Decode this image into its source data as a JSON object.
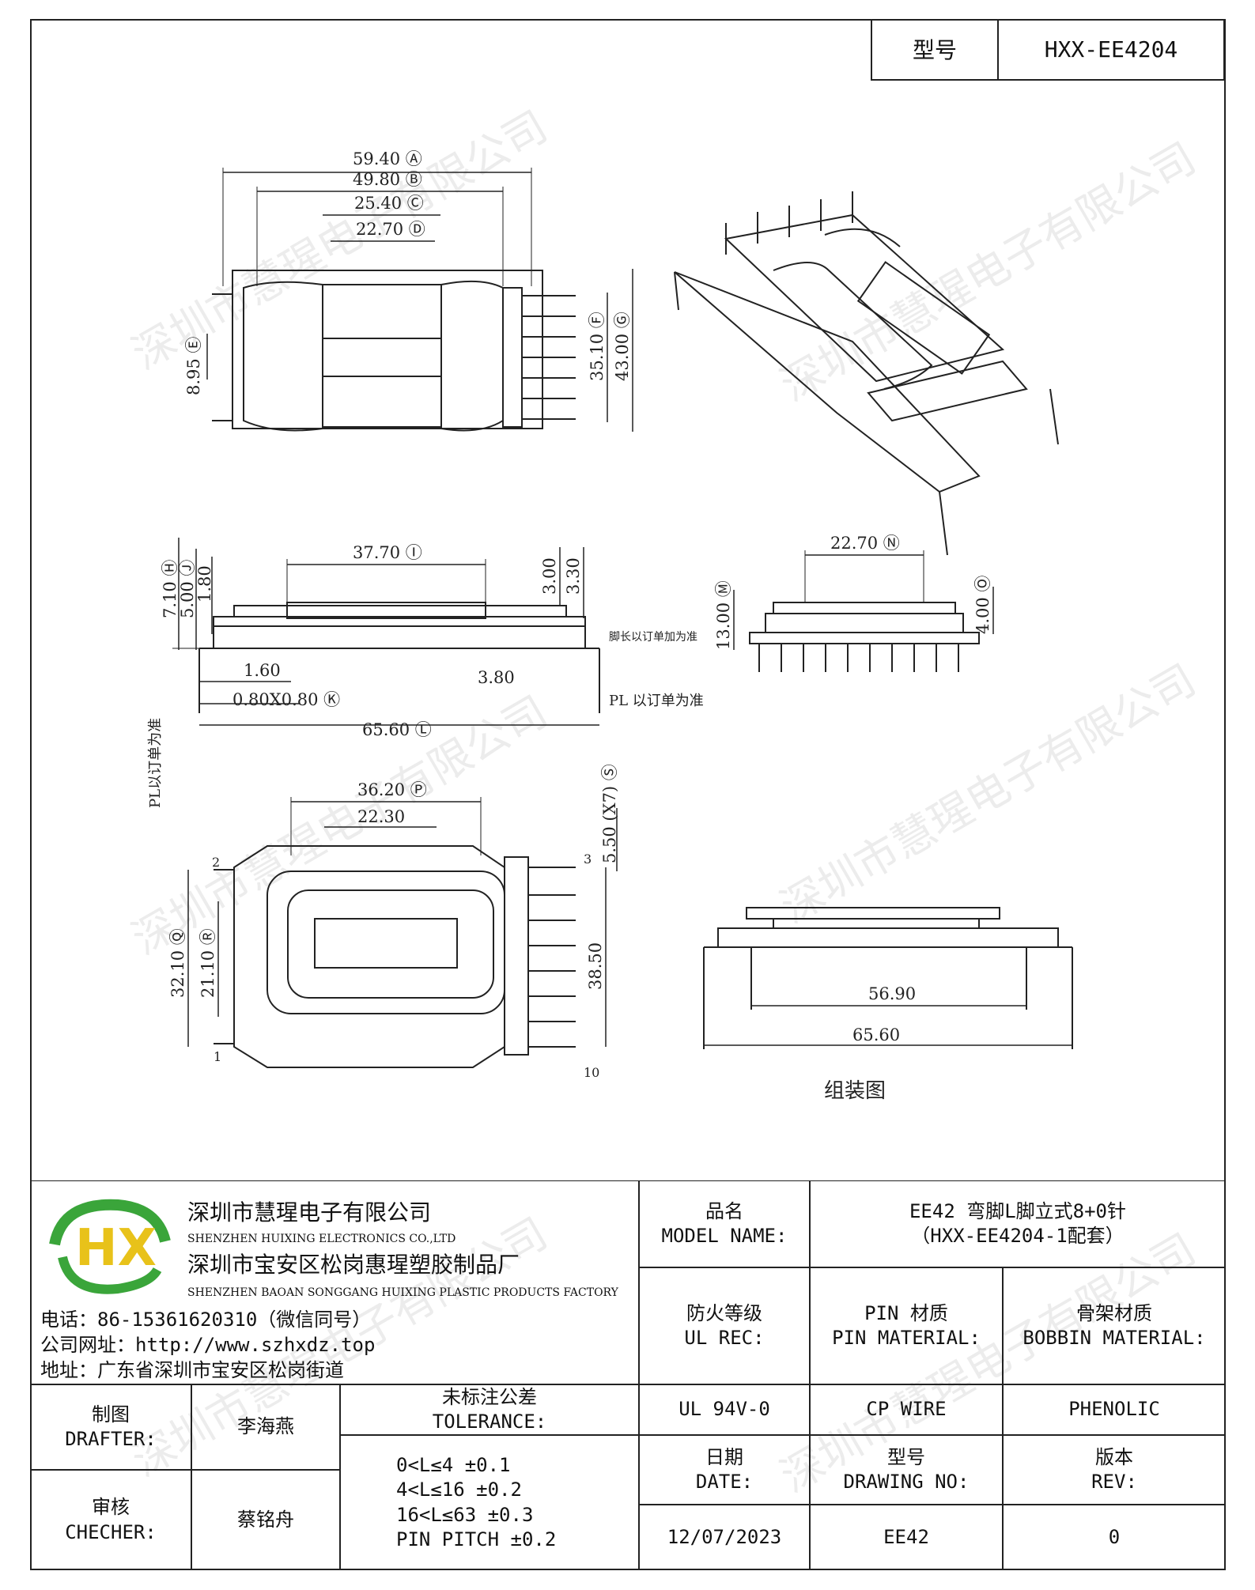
{
  "header": {
    "model_key": "型号",
    "model_value": "HXX-EE4204"
  },
  "drawing": {
    "top_view": {
      "dims": [
        "59.40 Ⓐ",
        "49.80 Ⓑ",
        "25.40 Ⓒ",
        "22.70 Ⓓ",
        "35.10 Ⓕ",
        "43.00 Ⓖ",
        "8.95 Ⓔ"
      ]
    },
    "front_view": {
      "dims": [
        "37.70 Ⓘ",
        "7.10 Ⓗ",
        "5.00 Ⓙ",
        "1.80",
        "3.00",
        "3.30",
        "1.60",
        "3.80",
        "0.80X0.80 Ⓚ",
        "65.60 Ⓛ"
      ],
      "note_right": "PL 以订单为准",
      "note_left": "PL以订单为准",
      "note_small": "脚长以订单加为准"
    },
    "side_view": {
      "dims": [
        "22.70 Ⓝ",
        "13.00 Ⓜ",
        "4.00 Ⓞ"
      ]
    },
    "bottom_view": {
      "dims": [
        "36.20 Ⓟ",
        "22.30",
        "32.10 Ⓠ",
        "21.10 Ⓡ",
        "5.50 (X7) Ⓢ",
        "38.50"
      ],
      "pins": [
        "1",
        "2",
        "3",
        "10"
      ]
    },
    "assembly": {
      "dims": [
        "56.90",
        "65.60"
      ],
      "caption": "组装图"
    }
  },
  "company": {
    "name_cn": "深圳市慧瑆电子有限公司",
    "name_en": "SHENZHEN HUIXING ELECTRONICS CO.,LTD",
    "factory_cn": "深圳市宝安区松岗惠瑆塑胶制品厂",
    "factory_en": "SHENZHEN BAOAN SONGGANG HUIXING PLASTIC PRODUCTS FACTORY",
    "phone": "电话：86-15361620310（微信同号）",
    "website": "公司网址：http://www.szhxdz.top",
    "address": "地址：广东省深圳市宝安区松岗街道",
    "logo_text": "HX",
    "watermark": "深圳市慧瑆电子有限公司",
    "brand_green": "#3aa53a",
    "brand_yellow": "#e8c21a"
  },
  "title_block": {
    "model_name_label_cn": "品名",
    "model_name_label_en": "MODEL NAME:",
    "model_name_1": "EE42 弯脚L脚立式8+0针",
    "model_name_2": "（HXX-EE4204-1配套）",
    "ul_label_cn": "防火等级",
    "ul_label_en": "UL REC:",
    "pin_label_cn": "PIN 材质",
    "pin_label_en": "PIN MATERIAL:",
    "bobbin_label_cn": "骨架材质",
    "bobbin_label_en": "BOBBIN MATERIAL:",
    "ul_value": "UL 94V-0",
    "pin_value": "CP WIRE",
    "bobbin_value": "PHENOLIC",
    "drafter_cn": "制图",
    "drafter_en": "DRAFTER:",
    "drafter_name": "李海燕",
    "checker_cn": "审核",
    "checker_en": "CHECHER:",
    "checker_name": "蔡铭舟",
    "tolerance_cn": "未标注公差",
    "tolerance_en": "TOLERANCE:",
    "tolerance_lines": [
      "0<L≤4  ±0.1",
      "4<L≤16  ±0.2",
      "16<L≤63  ±0.3",
      "PIN PITCH  ±0.2"
    ],
    "date_cn": "日期",
    "date_en": "DATE:",
    "date_value": "12/07/2023",
    "drawing_no_cn": "型号",
    "drawing_no_en": "DRAWING NO:",
    "drawing_no_value": "EE42",
    "rev_cn": "版本",
    "rev_en": "REV:",
    "rev_value": "0"
  }
}
